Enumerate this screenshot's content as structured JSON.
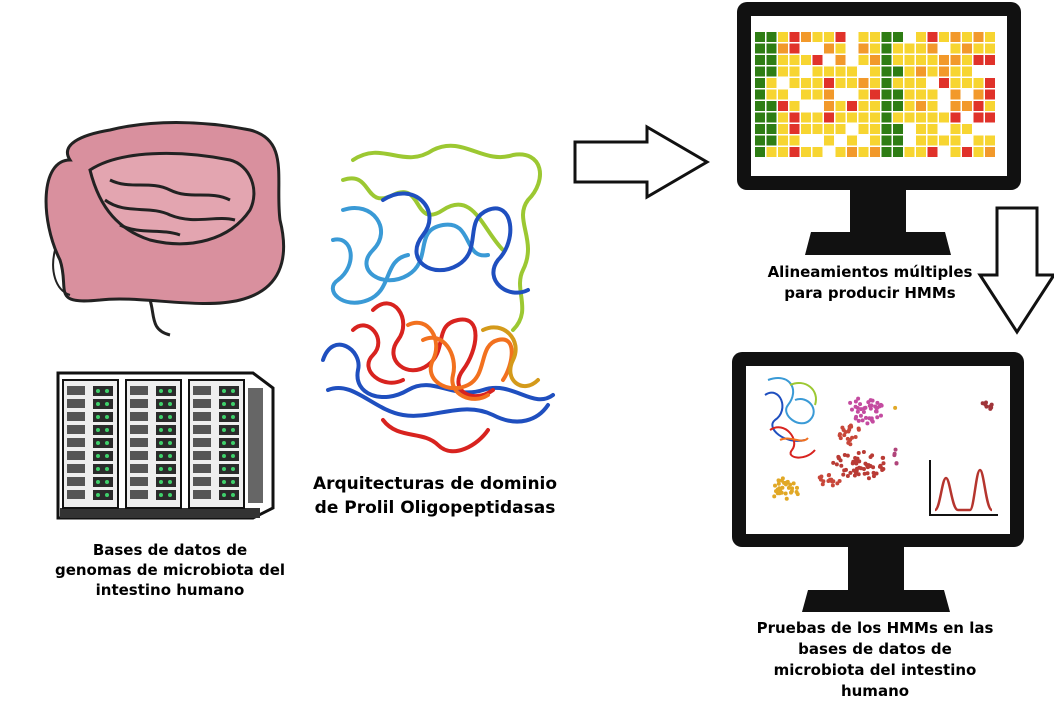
{
  "captions": {
    "server": [
      "Bases de datos de",
      "genomas de microbiota del",
      "intestino humano"
    ],
    "protein": [
      "Arquitecturas de dominio",
      "de Prolil Oligopeptidasas"
    ],
    "alignment": [
      "Alineamientos múltiples",
      "para producir HMMs"
    ],
    "testing": [
      "Pruebas de los HMMs en las",
      "bases de datos de",
      "microbiota del intestino",
      "humano"
    ]
  },
  "colors": {
    "intestine": "#d9909e",
    "alignment_green": "#2e7d14",
    "alignment_red": "#e0322a",
    "alignment_orange": "#f2992b",
    "alignment_yellow": "#f7d531",
    "protein_green": "#9cc832",
    "protein_lightblue": "#3a9ad6",
    "protein_blue": "#1f4fbf",
    "protein_red": "#d8231f",
    "protein_orange": "#f2711f",
    "plot_peak": "#b5352e"
  },
  "icons": {
    "intestine": "intestine-illustration",
    "server": "server-rack-icon",
    "protein": "protein-structure",
    "arrow_right": "arrow-right-icon",
    "arrow_down": "arrow-down-icon",
    "monitor_top": "monitor-icon",
    "monitor_bottom": "monitor-icon"
  }
}
